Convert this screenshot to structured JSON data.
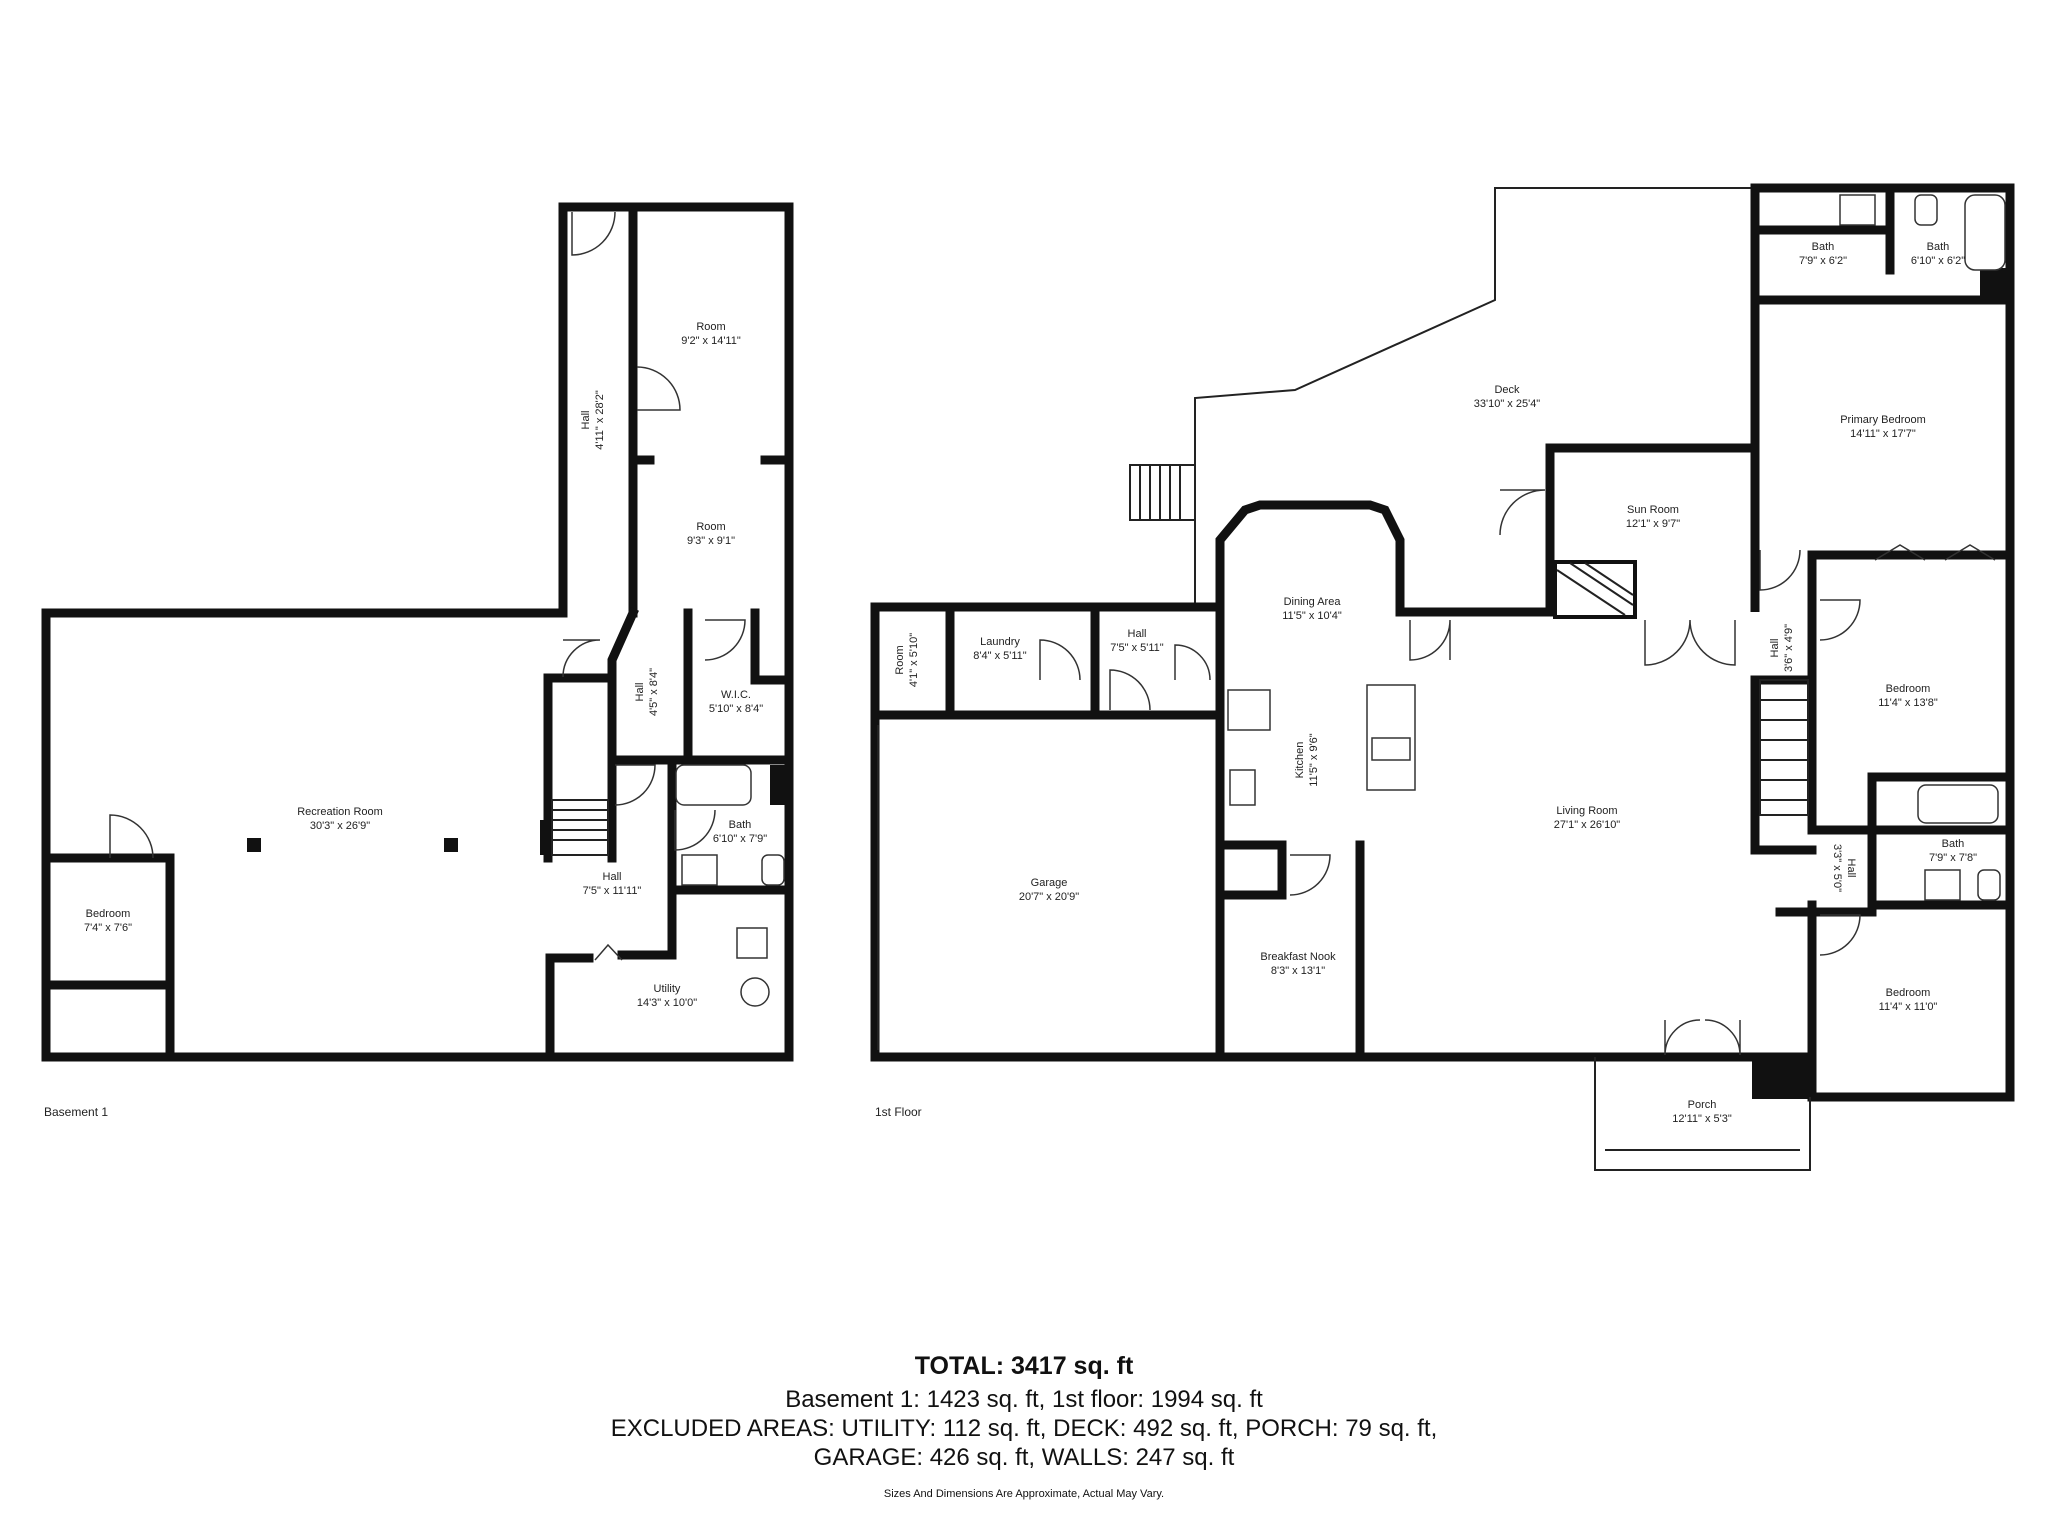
{
  "rooms": {
    "bsmt_room_upper": {
      "name": "Room",
      "dims": "9'2\" x 14'11\""
    },
    "bsmt_room_lower": {
      "name": "Room",
      "dims": "9'3\" x 9'1\""
    },
    "bsmt_hall_long": {
      "name": "Hall",
      "dims": "4'11\" x 28'2\""
    },
    "bsmt_hall_small": {
      "name": "Hall",
      "dims": "4'5\" x 8'4\""
    },
    "bsmt_wic": {
      "name": "W.I.C.",
      "dims": "5'10\" x 8'4\""
    },
    "bsmt_bath": {
      "name": "Bath",
      "dims": "6'10\" x 7'9\""
    },
    "bsmt_recreation": {
      "name": "Recreation Room",
      "dims": "30'3\" x 26'9\""
    },
    "bsmt_hall_center": {
      "name": "Hall",
      "dims": "7'5\" x 11'11\""
    },
    "bsmt_bedroom": {
      "name": "Bedroom",
      "dims": "7'4\" x 7'6\""
    },
    "bsmt_utility": {
      "name": "Utility",
      "dims": "14'3\" x 10'0\""
    },
    "f1_deck": {
      "name": "Deck",
      "dims": "33'10\" x 25'4\""
    },
    "f1_bath_a": {
      "name": "Bath",
      "dims": "7'9\" x 6'2\""
    },
    "f1_bath_b": {
      "name": "Bath",
      "dims": "6'10\" x 6'2\""
    },
    "f1_primary": {
      "name": "Primary Bedroom",
      "dims": "14'11\" x 17'7\""
    },
    "f1_sunroom": {
      "name": "Sun Room",
      "dims": "12'1\" x 9'7\""
    },
    "f1_dining": {
      "name": "Dining Area",
      "dims": "11'5\" x 10'4\""
    },
    "f1_room_small": {
      "name": "Room",
      "dims": "4'1\" x 5'10\""
    },
    "f1_laundry": {
      "name": "Laundry",
      "dims": "8'4\" x 5'11\""
    },
    "f1_hall_a": {
      "name": "Hall",
      "dims": "7'5\" x 5'11\""
    },
    "f1_hall_b": {
      "name": "Hall",
      "dims": "3'6\" x 4'9\""
    },
    "f1_hall_c": {
      "name": "Hall",
      "dims": "3'3\" x 5'0\""
    },
    "f1_kitchen": {
      "name": "Kitchen",
      "dims": "11'5\" x 9'6\""
    },
    "f1_bedroom_a": {
      "name": "Bedroom",
      "dims": "11'4\" x 13'8\""
    },
    "f1_living": {
      "name": "Living Room",
      "dims": "27'1\" x 26'10\""
    },
    "f1_garage": {
      "name": "Garage",
      "dims": "20'7\" x 20'9\""
    },
    "f1_bath_c": {
      "name": "Bath",
      "dims": "7'9\" x 7'8\""
    },
    "f1_breakfast": {
      "name": "Breakfast Nook",
      "dims": "8'3\" x 13'1\""
    },
    "f1_bedroom_b": {
      "name": "Bedroom",
      "dims": "11'4\" x 11'0\""
    },
    "f1_porch": {
      "name": "Porch",
      "dims": "12'11\" x 5'3\""
    }
  },
  "floors": {
    "basement": "Basement 1",
    "first": "1st Floor"
  },
  "summary": {
    "total": "TOTAL: 3417 sq. ft",
    "line1": "Basement 1: 1423 sq. ft, 1st floor: 1994 sq. ft",
    "line2": "EXCLUDED AREAS: UTILITY: 112 sq. ft, DECK: 492 sq. ft, PORCH: 79 sq. ft,",
    "line3": "GARAGE: 426 sq. ft, WALLS: 247 sq. ft",
    "disclaimer": "Sizes And Dimensions Are Approximate, Actual May Vary."
  }
}
